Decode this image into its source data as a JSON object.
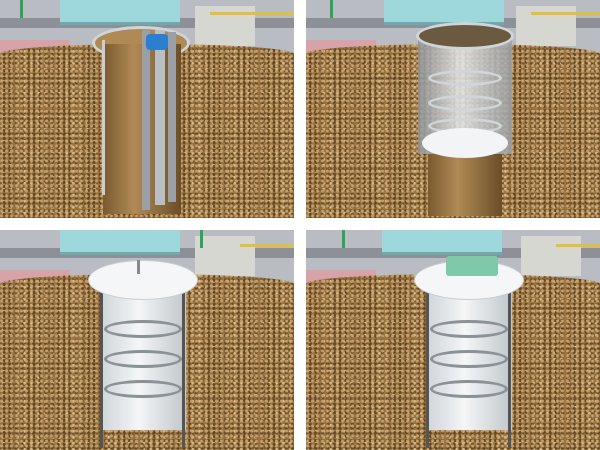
{
  "colors": {
    "soil": "#9a7442",
    "shaft_wall": "#e8ebee",
    "building_roof": "#9fd8dc",
    "pipe": "#e0c040",
    "pole": "#2aa65a",
    "machine_blue": "#2a7fd0",
    "machine_green": "#7fc9a8"
  },
  "panels": [
    {
      "id": "1"
    },
    {
      "id": "2"
    },
    {
      "id": "3"
    },
    {
      "id": "4"
    }
  ]
}
